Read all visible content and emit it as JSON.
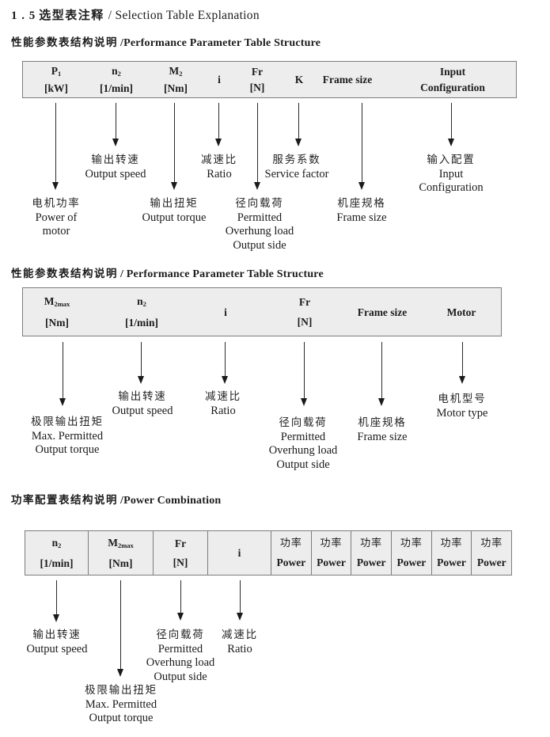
{
  "title": {
    "num": "1 . 5",
    "zh": "选型表注释",
    "en": "/ Selection Table Explanation"
  },
  "sections": [
    {
      "heading": {
        "zh": "性能参数表结构说明",
        "en": "/Performance Parameter Table Structure"
      },
      "columns": [
        {
          "base": "P",
          "sub": "1",
          "line2": "[kW]"
        },
        {
          "base": "n",
          "sub": "2",
          "line2": "[1/min]"
        },
        {
          "base": "M",
          "sub": "2",
          "line2": "[Nm]"
        },
        {
          "base": "i"
        },
        {
          "base": "Fr",
          "line2": "[N]"
        },
        {
          "base": "K"
        },
        {
          "base": "Frame size"
        },
        {
          "base": "Input",
          "line2": "Configuration"
        }
      ],
      "callouts": [
        {
          "id": "power-of-motor",
          "lines": [
            "电机功率",
            "Power of",
            "motor"
          ]
        },
        {
          "id": "output-speed",
          "lines": [
            "输出转速",
            "Output speed"
          ]
        },
        {
          "id": "output-torque",
          "lines": [
            "输出扭矩",
            "Output torque"
          ]
        },
        {
          "id": "ratio",
          "lines": [
            "减速比",
            "Ratio"
          ]
        },
        {
          "id": "overhung-load",
          "lines": [
            "径向载荷",
            "Permitted",
            "Overhung load",
            "Output side"
          ]
        },
        {
          "id": "service-factor",
          "lines": [
            "服务系数",
            "Service factor"
          ]
        },
        {
          "id": "frame-size",
          "lines": [
            "机座规格",
            "Frame size"
          ]
        },
        {
          "id": "input-configuration",
          "lines": [
            "输入配置",
            "Input",
            "Configuration"
          ]
        }
      ]
    },
    {
      "heading": {
        "zh": "性能参数表结构说明",
        "en": "/ Performance Parameter Table Structure"
      },
      "columns": [
        {
          "base": "M",
          "sub": "2max",
          "line2": "[Nm]"
        },
        {
          "base": "n",
          "sub": "2",
          "line2": "[1/min]"
        },
        {
          "base": "i"
        },
        {
          "base": "Fr",
          "line2": "[N]"
        },
        {
          "base": "Frame size"
        },
        {
          "base": "Motor"
        }
      ],
      "callouts": [
        {
          "id": "max-output-torque",
          "lines": [
            "极限输出扭矩",
            "Max. Permitted",
            "Output  torque"
          ]
        },
        {
          "id": "output-speed",
          "lines": [
            "输出转速",
            "Output speed"
          ]
        },
        {
          "id": "ratio",
          "lines": [
            "减速比",
            "Ratio"
          ]
        },
        {
          "id": "overhung-load",
          "lines": [
            "径向载荷",
            "Permitted",
            "Overhung load",
            "Output side"
          ]
        },
        {
          "id": "frame-size",
          "lines": [
            "机座规格",
            "Frame size"
          ]
        },
        {
          "id": "motor-type",
          "lines": [
            "电机型号",
            "Motor type"
          ]
        }
      ]
    },
    {
      "heading": {
        "zh": "功率配置表结构说明",
        "en": "/Power Combination"
      },
      "columns": [
        {
          "base": "n",
          "sub": "2",
          "line2": "[1/min]"
        },
        {
          "base": "M",
          "sub": "2max",
          "line2": "[Nm]"
        },
        {
          "base": "Fr",
          "line2": "[N]"
        },
        {
          "base": "i"
        }
      ],
      "power_cells": [
        {
          "zh": "功率",
          "en": "Power"
        },
        {
          "zh": "功率",
          "en": "Power"
        },
        {
          "zh": "功率",
          "en": "Power"
        },
        {
          "zh": "功率",
          "en": "Power"
        },
        {
          "zh": "功率",
          "en": "Power"
        },
        {
          "zh": "功率",
          "en": "Power"
        }
      ]
    }
  ]
}
